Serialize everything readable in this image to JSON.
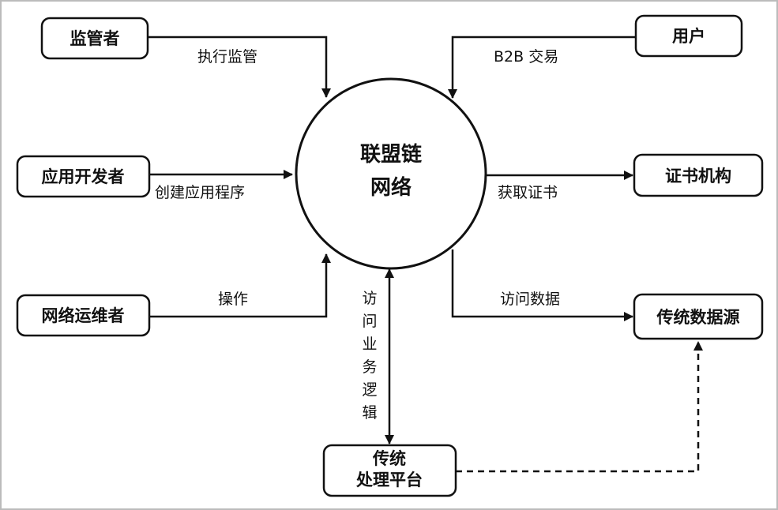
{
  "colors": {
    "line": "#111111",
    "background": "#ffffff",
    "frame": "#bbbbbb"
  },
  "center": {
    "line1": "联盟链",
    "line2": "网络"
  },
  "nodes": {
    "regulator": "监管者",
    "user": "用户",
    "app_developer": "应用开发者",
    "cert_authority": "证书机构",
    "network_ops": "网络运维者",
    "traditional_source": "传统数据源",
    "traditional_platform_line1": "传统",
    "traditional_platform_line2": "处理平台"
  },
  "edges": {
    "execute_regulation": "执行监管",
    "b2b_trade": "B2B 交易",
    "create_app": "创建应用程序",
    "get_cert": "获取证书",
    "operate": "操作",
    "access_data": "访问数据",
    "access_business_logic": [
      "访",
      "问",
      "业",
      "务",
      "逻",
      "辑"
    ]
  }
}
